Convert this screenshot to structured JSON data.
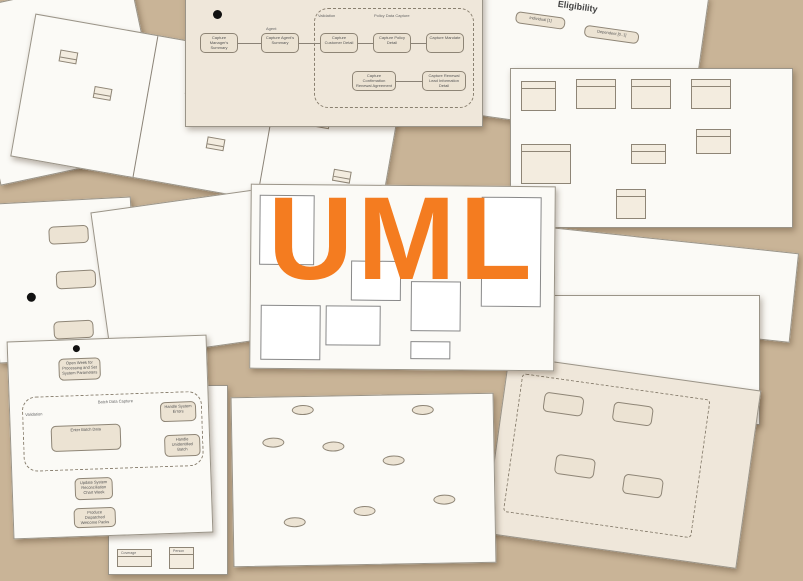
{
  "title": "UML",
  "accent_color": "#f47c20",
  "background_color": "#c9b497",
  "activity_diagram": {
    "frame_label": "Policy Data Capture",
    "nodes": [
      "Capture Manager's Summary",
      "Capture Agent's Summary",
      "Capture Customer Detail",
      "Capture Policy Detail",
      "Capture Mandate",
      "Capture Confirmation Renewal Agreement",
      "Capture Renewal Lead Information Detail"
    ],
    "labels": [
      "Validation",
      "Agent"
    ]
  },
  "batch_diagram": {
    "frame_label": "Batch Data Capture",
    "nodes": [
      "Open Week for Processing and Set System Parameters",
      "Enter Batch Data",
      "Handle System Errors",
      "Handle Unidentified Batch",
      "Update System Reconciliation Chart Week",
      "Produce Dispatched Welcome Packs"
    ],
    "labels": [
      "Validation"
    ]
  },
  "eligibility_diagram": {
    "title": "Eligibility",
    "nodes": [
      "Individual [1]",
      "Dependent [0..1]"
    ]
  },
  "class_diagram": {
    "nodes": [
      "Coverage",
      "Person"
    ]
  }
}
